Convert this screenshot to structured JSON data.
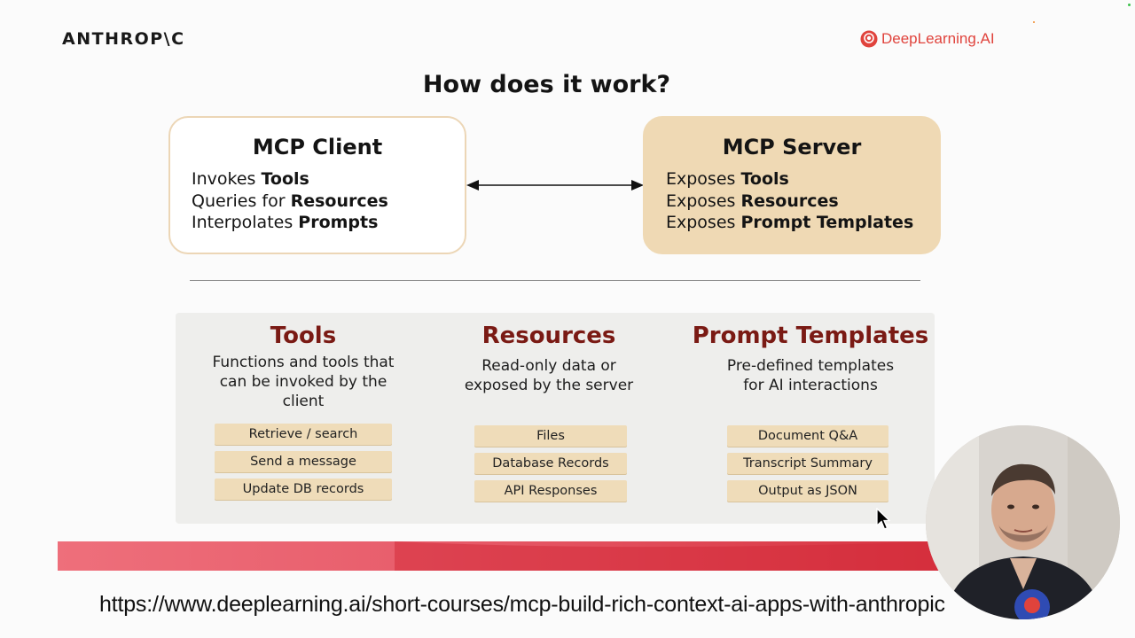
{
  "header": {
    "left_logo": "ANTHROP\\C",
    "right_logo": "DeepLearning.AI",
    "brand_color": "#e0433c"
  },
  "title": "How does it work?",
  "client": {
    "title": "MCP Client",
    "lines": [
      {
        "prefix": "Invokes ",
        "bold": "Tools"
      },
      {
        "prefix": "Queries for ",
        "bold": "Resources"
      },
      {
        "prefix": "Interpolates ",
        "bold": "Prompts"
      }
    ]
  },
  "server": {
    "title": "MCP Server",
    "lines": [
      {
        "prefix": "Exposes ",
        "bold": "Tools"
      },
      {
        "prefix": "Exposes ",
        "bold": "Resources"
      },
      {
        "prefix": "Exposes ",
        "bold": "Prompt Templates"
      }
    ]
  },
  "columns": [
    {
      "title": "Tools",
      "desc": [
        "Functions and tools that",
        "can be invoked by the",
        "client"
      ],
      "chips": [
        "Retrieve / search",
        "Send a message",
        "Update DB records"
      ]
    },
    {
      "title": "Resources",
      "desc": [
        "Read-only data or",
        "exposed by the server"
      ],
      "chips": [
        "Files",
        "Database Records",
        "API Responses"
      ]
    },
    {
      "title": "Prompt Templates",
      "desc": [
        "Pre-defined templates",
        "for AI interactions"
      ],
      "chips": [
        "Document Q&A",
        "Transcript Summary",
        "Output as JSON"
      ]
    }
  ],
  "url": "https://www.deeplearning.ai/short-courses/mcp-build-rich-context-ai-apps-with-anthropic",
  "colors": {
    "accent_dark_red": "#7a1a14",
    "chip_bg": "#efdcb9",
    "server_bg": "#efd9b4",
    "band": "#e85e6c"
  },
  "icons": [
    "bidirectional-arrow-icon",
    "mouse-cursor-icon",
    "deeplearning-logo-icon"
  ]
}
